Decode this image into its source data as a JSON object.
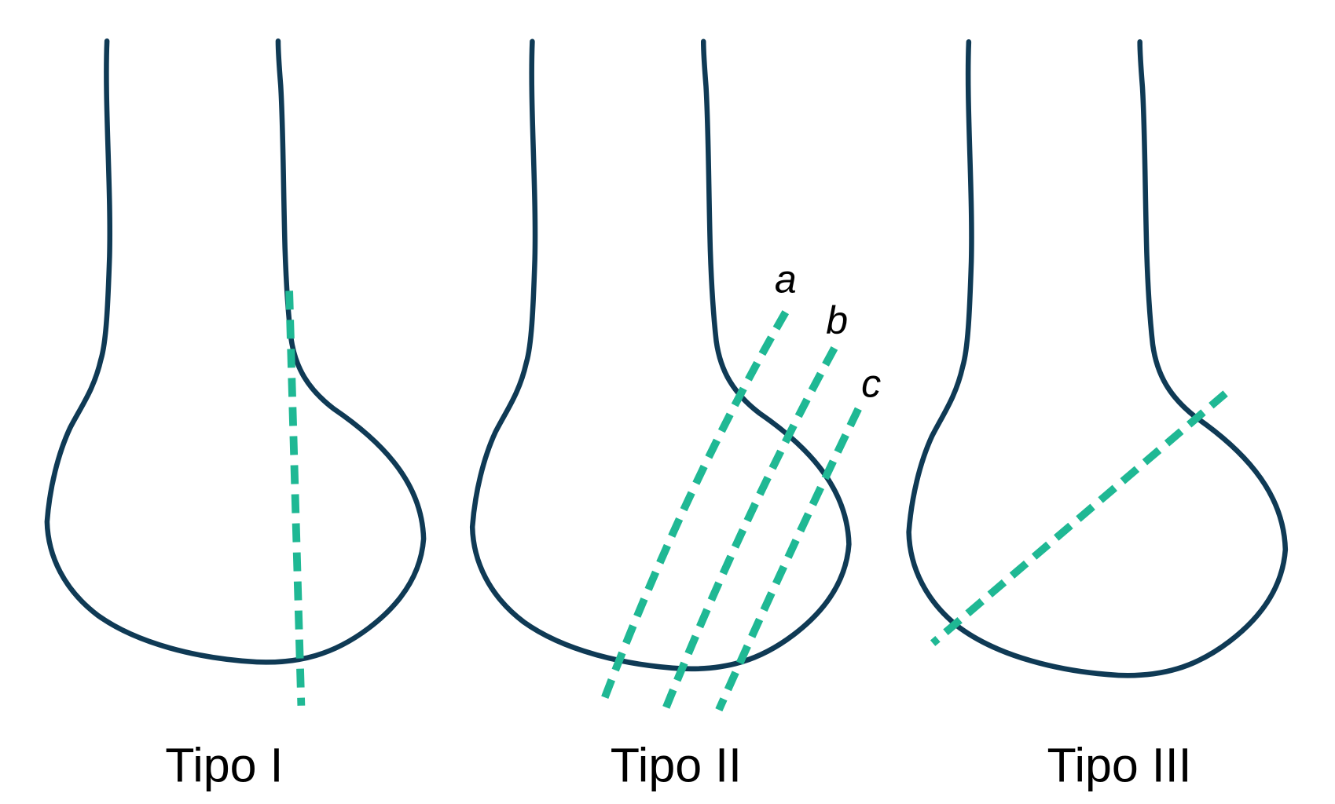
{
  "title": "Fracture types",
  "colors": {
    "bone_outline": "#0f3a55",
    "fracture_line": "#1fb894"
  },
  "panels": [
    {
      "label": "Tipo I",
      "fracture_lines": []
    },
    {
      "label": "Tipo II",
      "fracture_lines": [
        "a",
        "b",
        "c"
      ]
    },
    {
      "label": "Tipo III",
      "fracture_lines": []
    }
  ]
}
